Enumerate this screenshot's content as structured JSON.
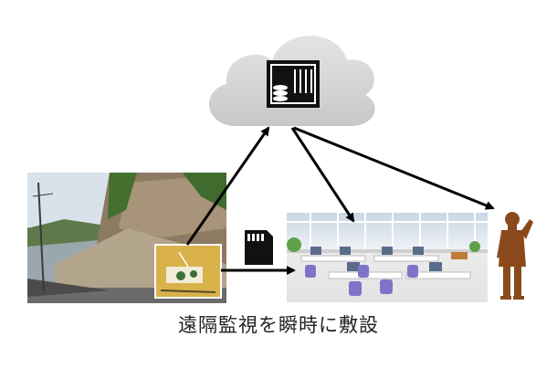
{
  "caption": "遠隔監視を瞬時に敷設",
  "nodes": [
    {
      "id": "cloud",
      "icon": "cloud-server-icon"
    },
    {
      "id": "landslide",
      "icon": "landslide-photo"
    },
    {
      "id": "sensor",
      "icon": "sensor-device-photo"
    },
    {
      "id": "sd-card",
      "icon": "sd-card-icon"
    },
    {
      "id": "office",
      "icon": "office-illustration"
    },
    {
      "id": "person",
      "icon": "businessman-icon"
    }
  ],
  "colors": {
    "cloud": "#d6d6d6",
    "server": "#111111",
    "arrow": "#000000",
    "person": "#8b4a1d"
  }
}
